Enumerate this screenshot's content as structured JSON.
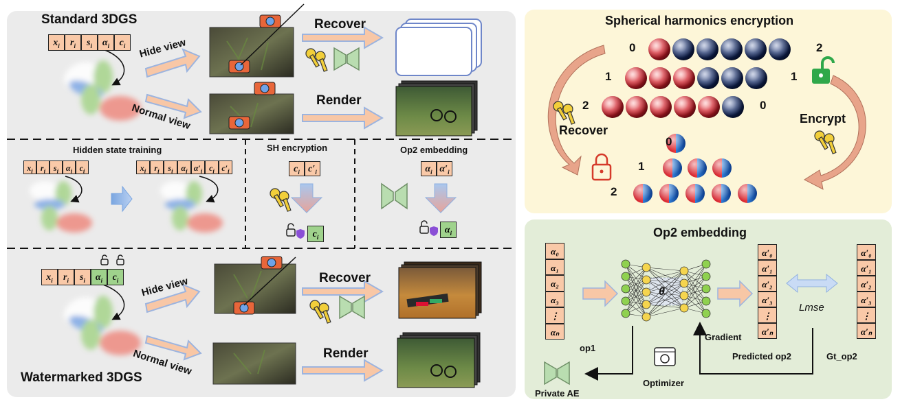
{
  "left": {
    "standard_title": "Standard 3DGS",
    "watermarked_title": "Watermarked 3DGS",
    "hide_view": "Hide view",
    "normal_view": "Normal view",
    "recover": "Recover",
    "render": "Render",
    "hidden_state_training": "Hidden state training",
    "sh_encryption": "SH encryption",
    "op2_embedding": "Op2 embedding",
    "attr_base": [
      "x",
      "r",
      "s",
      "α",
      "c"
    ],
    "attr_extended": [
      "x",
      "r",
      "s",
      "α",
      "α′",
      "c",
      "c′"
    ],
    "sh_pair": [
      "c",
      "c′"
    ],
    "op2_pair": [
      "α",
      "α′"
    ],
    "sh_result": "c",
    "op2_result": "α",
    "subscript": "i"
  },
  "sh_panel": {
    "title": "Spherical harmonics encryption",
    "recover": "Recover",
    "encrypt": "Encrypt",
    "top_rows": [
      {
        "left": "0",
        "right": "2",
        "red": 1,
        "blue": 5
      },
      {
        "left": "1",
        "right": "1",
        "red": 3,
        "blue": 3
      },
      {
        "left": "2",
        "right": "0",
        "red": 5,
        "blue": 1
      }
    ],
    "bottom_rows": [
      {
        "label": "0",
        "count": 1
      },
      {
        "label": "1",
        "count": 3
      },
      {
        "label": "2",
        "count": 5
      }
    ],
    "colors": {
      "bg": "#fdf6d8",
      "red": "#d0202a",
      "blue": "#0e1f4e",
      "arrow": "#e8a48a"
    }
  },
  "op2_panel": {
    "title": "Op2 embedding",
    "op1_entries": [
      "α₀",
      "α₁",
      "α₂",
      "α₃",
      "⋮",
      "αₙ"
    ],
    "pred_entries": [
      "α′₀",
      "α′₁",
      "α′₂",
      "α′₃",
      "⋮",
      "α′ₙ"
    ],
    "gt_entries": [
      "α′₀",
      "α′₁",
      "α′₂",
      "α′₃",
      "⋮",
      "α′ₙ"
    ],
    "theta": "θ",
    "loss": "Lmse",
    "gradient": "Gradient",
    "op1": "op1",
    "predicted": "Predicted op2",
    "gt": "Gt_op2",
    "optimizer": "Optimizer",
    "private_ae": "Private AE",
    "colors": {
      "bg": "#e3edd8",
      "cell": "#f9c9a8"
    }
  }
}
